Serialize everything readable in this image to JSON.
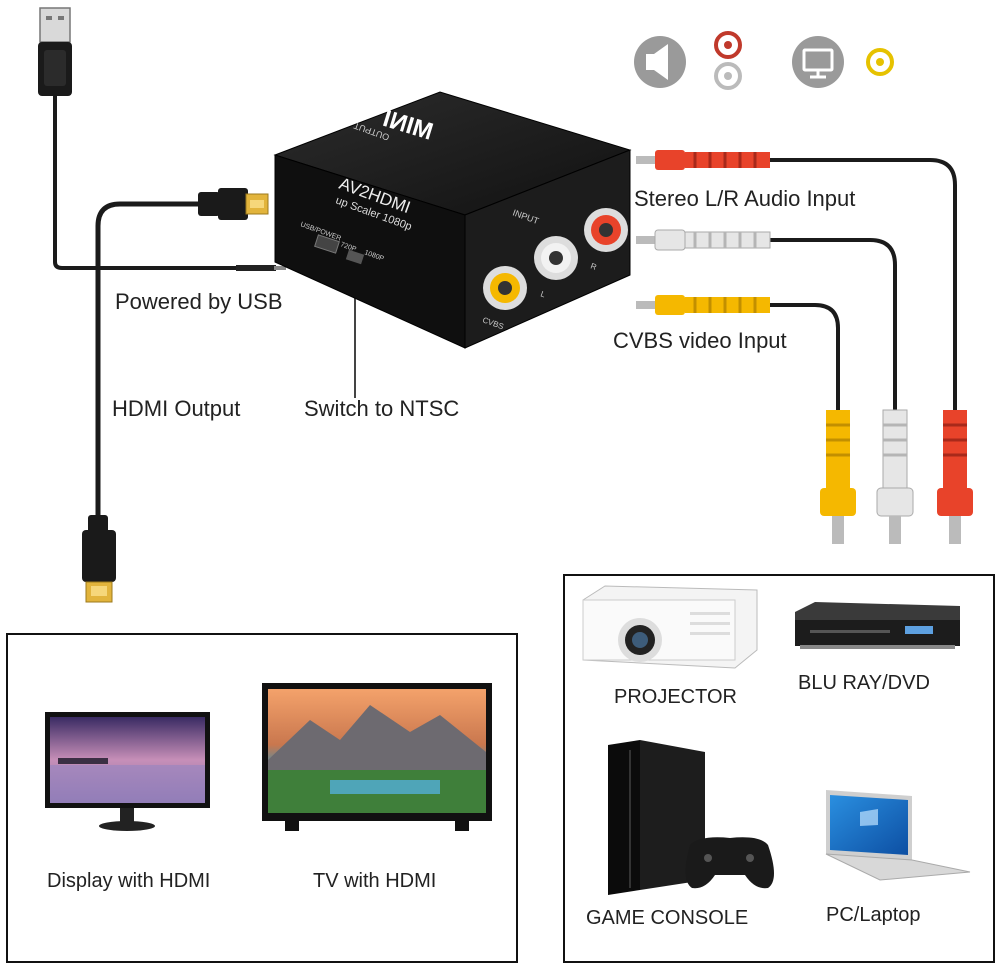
{
  "device": {
    "brand": "MINI",
    "model": "AV2HDMI",
    "subtitle": "up Scaler 1080p",
    "port_output": "OUTPUT",
    "port_input": "INPUT",
    "port_usb_power": "USB/POWER",
    "switch_720p": "720P",
    "switch_1080p": "1080P",
    "jack_cvbs": "CVBS",
    "jack_l": "L",
    "jack_r": "R"
  },
  "callouts": {
    "powered_by_usb": "Powered by USB",
    "hdmi_output": "HDMI Output",
    "switch_to_ntsc": "Switch to NTSC",
    "stereo_audio_input": "Stereo L/R Audio Input",
    "cvbs_video_input": "CVBS video Input"
  },
  "output_devices": {
    "display": "Display with HDMI",
    "tv": "TV with HDMI"
  },
  "source_devices": {
    "projector": "PROJECTOR",
    "bluray": "BLU RAY/DVD",
    "console": "GAME CONSOLE",
    "laptop": "PC/Laptop"
  },
  "icons": [
    "speaker-icon",
    "monitor-icon"
  ],
  "colors": {
    "cable_red": "#e8432a",
    "cable_white": "#e6e6e6",
    "cable_yellow": "#f5b800",
    "device_body": "#1a1a1a",
    "hdmi_gold": "#e2b43c"
  }
}
